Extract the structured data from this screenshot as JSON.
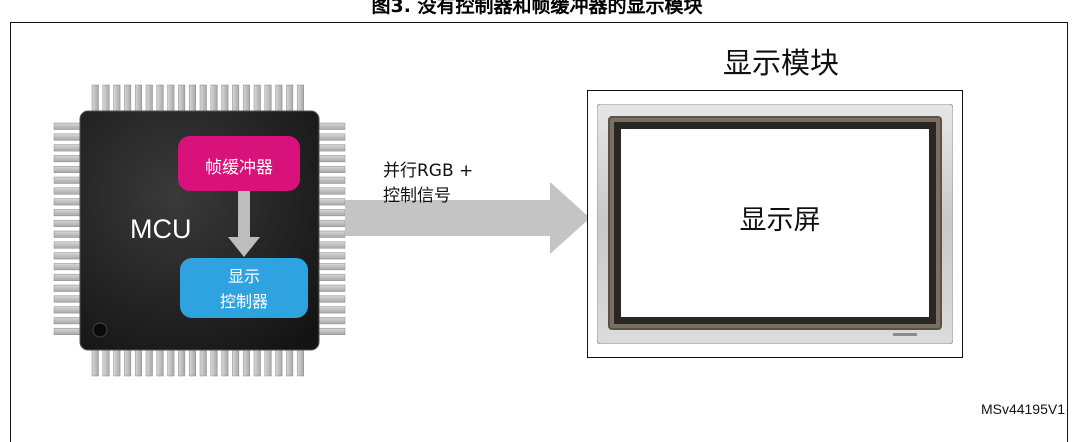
{
  "figure": {
    "caption": "图3. 没有控制器和帧缓冲器的显示模块",
    "version": "MSv44195V1"
  },
  "mcu": {
    "label": "MCU",
    "frame_buffer": "帧缓冲器",
    "display_controller": [
      "显示",
      "控制器"
    ]
  },
  "signal": {
    "lines": [
      "并行RGB +",
      "控制信号"
    ]
  },
  "module": {
    "title": "显示模块",
    "screen": "显示屏"
  },
  "colors": {
    "frame_buffer": "#d8127a",
    "display_controller": "#2fa3df",
    "arrow": "#c4c4c4",
    "chip": "#1e1e1e"
  }
}
